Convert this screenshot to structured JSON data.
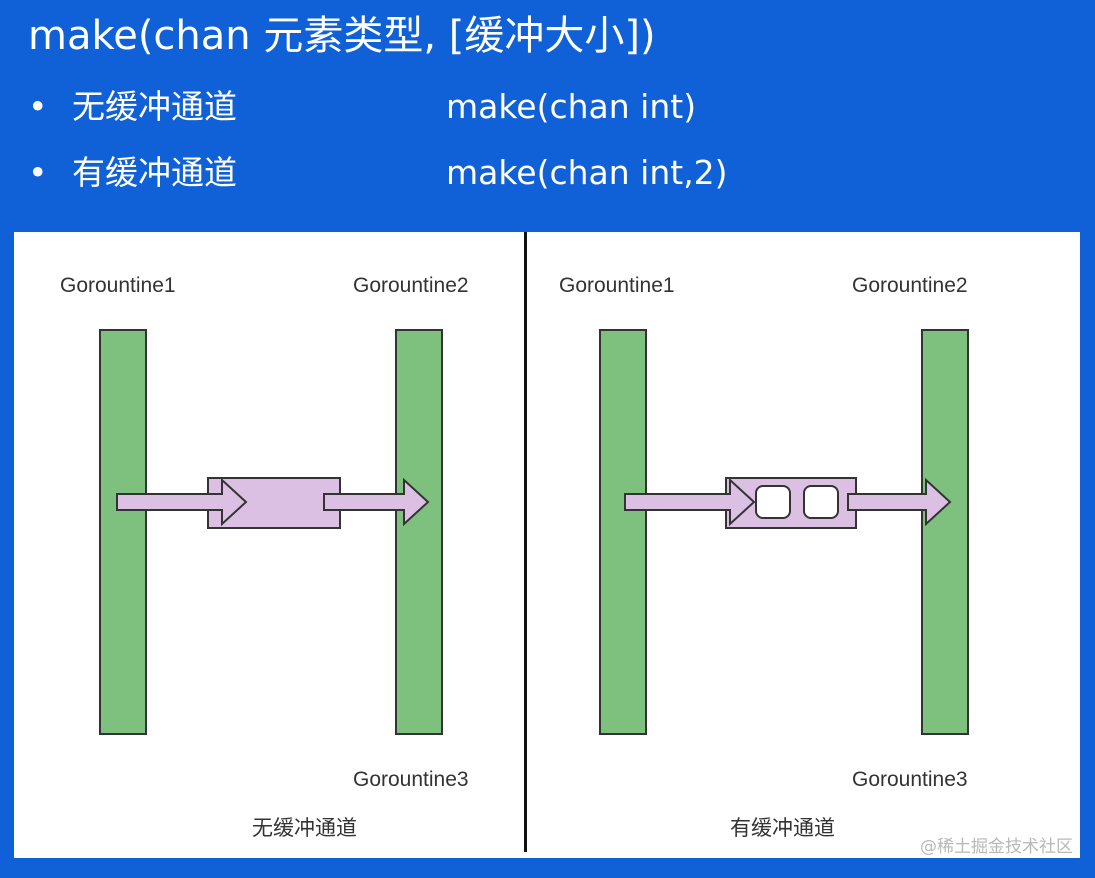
{
  "slide": {
    "title": "make(chan 元素类型, [缓冲大小])",
    "bullets": [
      {
        "dot": "•",
        "term": "无缓冲通道",
        "code": "make(chan int)"
      },
      {
        "dot": "•",
        "term": "有缓冲通道",
        "code": "make(chan int,2)"
      }
    ]
  },
  "diagram": {
    "left": {
      "goroutine_a": "Gorountine1",
      "goroutine_b": "Gorountine2",
      "goroutine_c": "Gorountine3",
      "caption": "无缓冲通道"
    },
    "right": {
      "goroutine_a": "Gorountine1",
      "goroutine_b": "Gorountine2",
      "goroutine_c": "Gorountine3",
      "caption": "有缓冲通道",
      "buffer_slots": 2
    },
    "colors": {
      "goroutine_bar": "#7ec07e",
      "channel_box": "#dcc0e4",
      "arrow_fill": "#dcc0e4",
      "outline": "#333333"
    }
  },
  "watermark": "@稀土掘金技术社区"
}
